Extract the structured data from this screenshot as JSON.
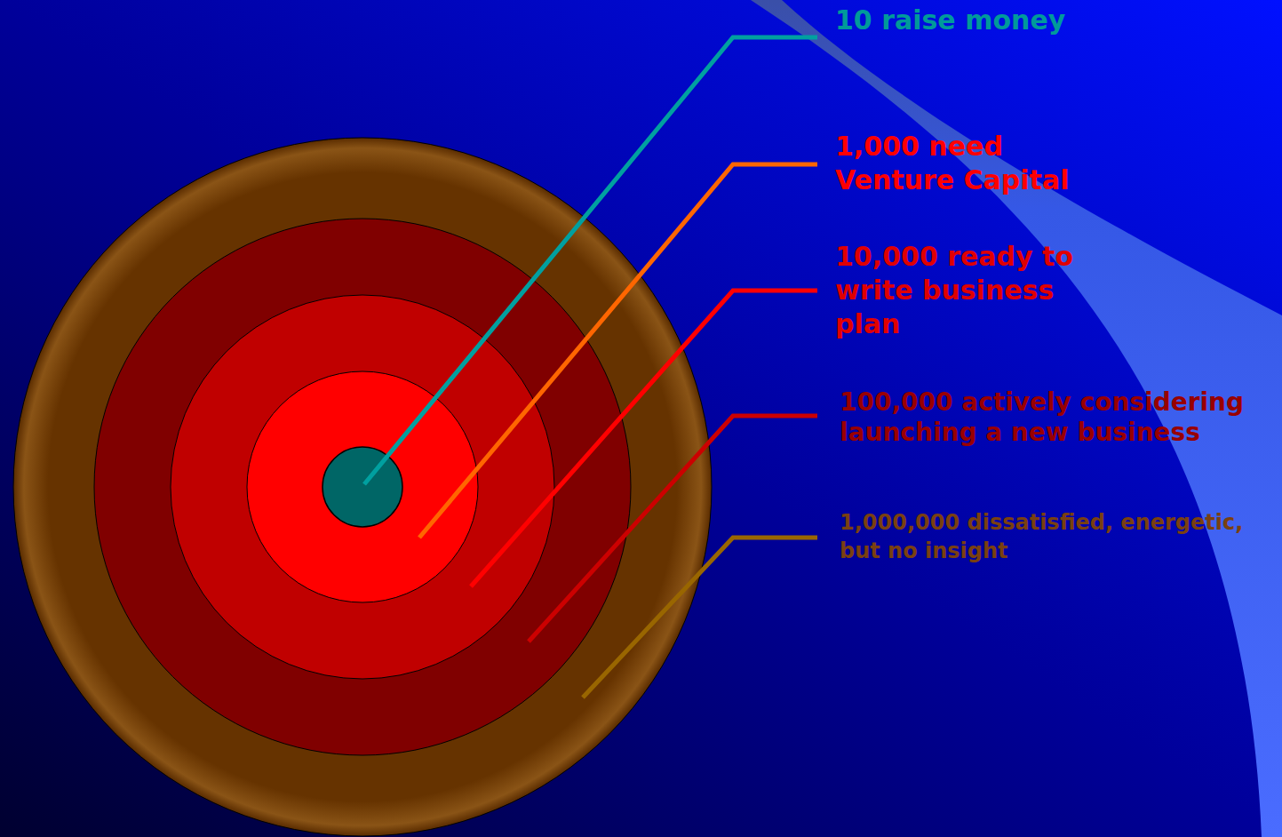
{
  "diagram": {
    "labels": [
      "10 raise money",
      "1,000 need Venture Capital",
      "10,000 ready to write business plan",
      "100,000 actively considering launching a new business",
      "1,000,000 dissatisfied, energetic, but no insight"
    ]
  }
}
